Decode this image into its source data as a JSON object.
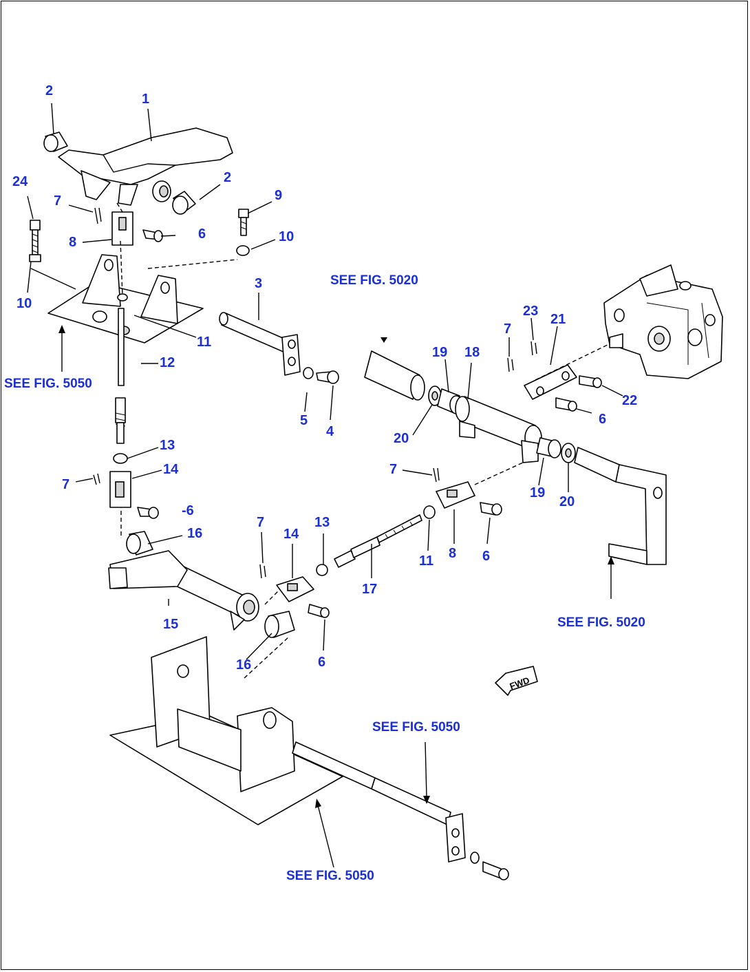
{
  "callouts": {
    "c1": "1",
    "c2a": "2",
    "c2b": "2",
    "c3": "3",
    "c4": "4",
    "c5": "5",
    "c6a": "6",
    "c6b": "-6",
    "c6c": "6",
    "c6d": "6",
    "c6e": "6",
    "c7a": "7",
    "c7b": "7",
    "c7c": "7",
    "c7d": "7",
    "c7e": "7",
    "c8a": "8",
    "c8b": "8",
    "c9": "9",
    "c10a": "10",
    "c10b": "10",
    "c11a": "11",
    "c11b": "11",
    "c12": "12",
    "c13a": "13",
    "c13b": "13",
    "c14a": "14",
    "c14b": "14",
    "c15": "15",
    "c16a": "16",
    "c16b": "16",
    "c17": "17",
    "c18": "18",
    "c19a": "19",
    "c19b": "19",
    "c20a": "20",
    "c20b": "20",
    "c21": "21",
    "c22": "22",
    "c23": "23",
    "c24": "24"
  },
  "references": {
    "ref_5020_top": "SEE FIG. 5020",
    "ref_5050_left": "SEE FIG. 5050",
    "ref_5020_right": "SEE FIG. 5020",
    "ref_5050_mid": "SEE FIG. 5050",
    "ref_5050_bottom": "SEE FIG. 5050"
  },
  "fwd_label": "FWD",
  "colors": {
    "callout": "#1a2fd6",
    "line": "#000000"
  }
}
